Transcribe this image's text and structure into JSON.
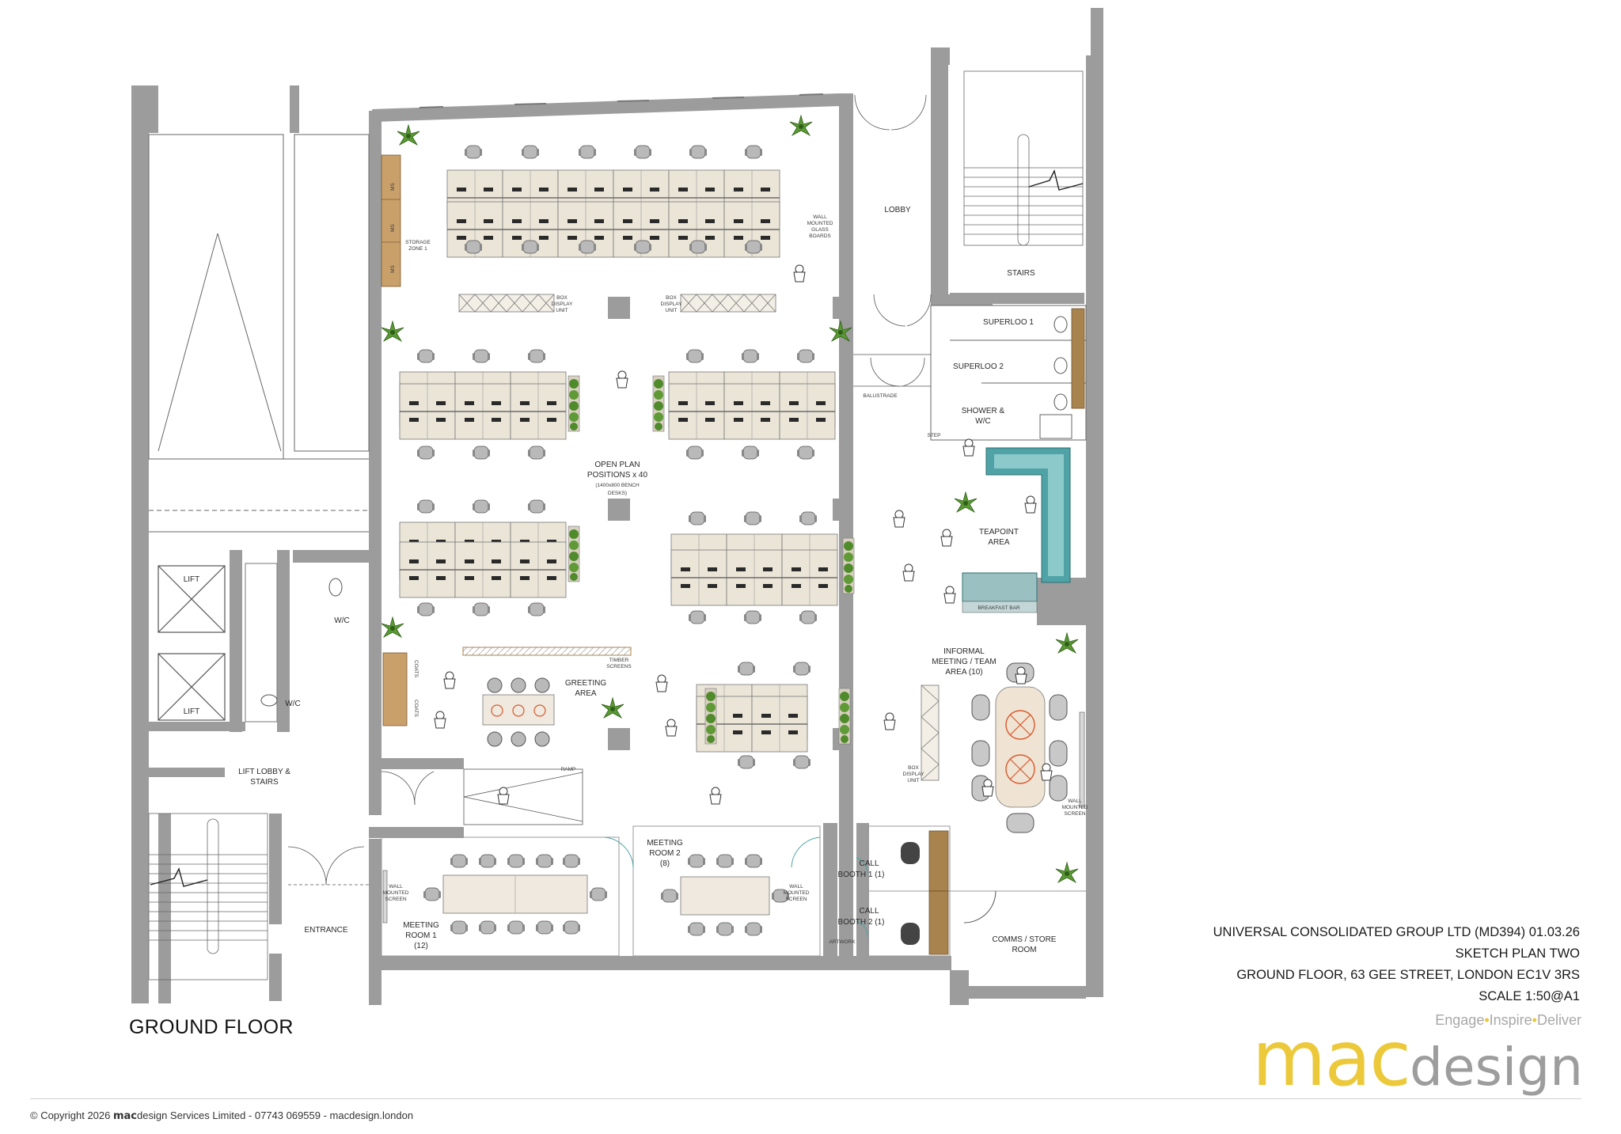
{
  "labels": {
    "lobby": "LOBBY",
    "stairs": "STAIRS",
    "superloo1": "SUPERLOO 1",
    "superloo2": "SUPERLOO 2",
    "shower1": "SHOWER &",
    "shower2": "W/C",
    "balustrade": "BALUSTRADE",
    "step": "STEP",
    "teapoint1": "TEAPOINT",
    "teapoint2": "AREA",
    "breakfast_bar": "BREAKFAST BAR",
    "open_plan1": "OPEN PLAN",
    "open_plan2": "POSITIONS x 40",
    "open_plan3": "(1400x800 BENCH",
    "open_plan4": "DESKS)",
    "storage1": "STORAGE",
    "storage2": "ZONE 1",
    "ms": "MS",
    "wall_glass1": "WALL",
    "wall_glass2": "MOUNTED",
    "wall_glass3": "GLASS",
    "wall_glass4": "BOARDS",
    "box1": "BOX",
    "box2": "DISPLAY",
    "box3": "UNIT",
    "lift": "LIFT",
    "wc": "W/C",
    "coats": "COATS",
    "timber1": "TIMBER",
    "timber2": "SCREENS",
    "greeting1": "GREETING",
    "greeting2": "AREA",
    "informal1": "INFORMAL",
    "informal2": "MEETING / TEAM",
    "informal3": "AREA (10)",
    "wall_screen1": "WALL",
    "wall_screen2": "MOUNTED",
    "wall_screen3": "SCREEN",
    "ramp": "RAMP",
    "lift_lobby1": "LIFT LOBBY &",
    "lift_lobby2": "STAIRS",
    "entrance": "ENTRANCE",
    "meeting1a": "MEETING",
    "meeting1b": "ROOM 1",
    "meeting1c": "(12)",
    "meeting2a": "MEETING",
    "meeting2b": "ROOM 2",
    "meeting2c": "(8)",
    "call1a": "CALL",
    "call1b": "BOOTH 1 (1)",
    "call2a": "CALL",
    "call2b": "BOOTH 2 (1)",
    "artwork": "ARTWORK",
    "comms1": "COMMS / STORE",
    "comms2": "ROOM"
  },
  "title_block": {
    "line1": "UNIVERSAL CONSOLIDATED GROUP LTD (MD394) 01.03.26",
    "line2": "SKETCH PLAN TWO",
    "line3": "GROUND FLOOR, 63 GEE STREET, LONDON EC1V 3RS",
    "line4": "SCALE 1:50@A1"
  },
  "floor_title": "GROUND FLOOR",
  "brand": {
    "tag_engage": "Engage",
    "tag_inspire": "Inspire",
    "tag_deliver": "Deliver",
    "logo_mac": "mac",
    "logo_design": "design"
  },
  "footer": {
    "copyright_prefix": "© Copyright 2026",
    "copyright_brand": "mac",
    "copyright_suffix": "design Services Limited - 07743 069559 - macdesign.london"
  },
  "colors": {
    "wall": "#9c9c9c",
    "desk": "#ebe5d8",
    "chair": "#b9b9b9",
    "teapoint": "#4fa3a6",
    "timber": "#a8834e",
    "plant": "#4f8a2b",
    "logo_yellow": "#ecc93a"
  }
}
